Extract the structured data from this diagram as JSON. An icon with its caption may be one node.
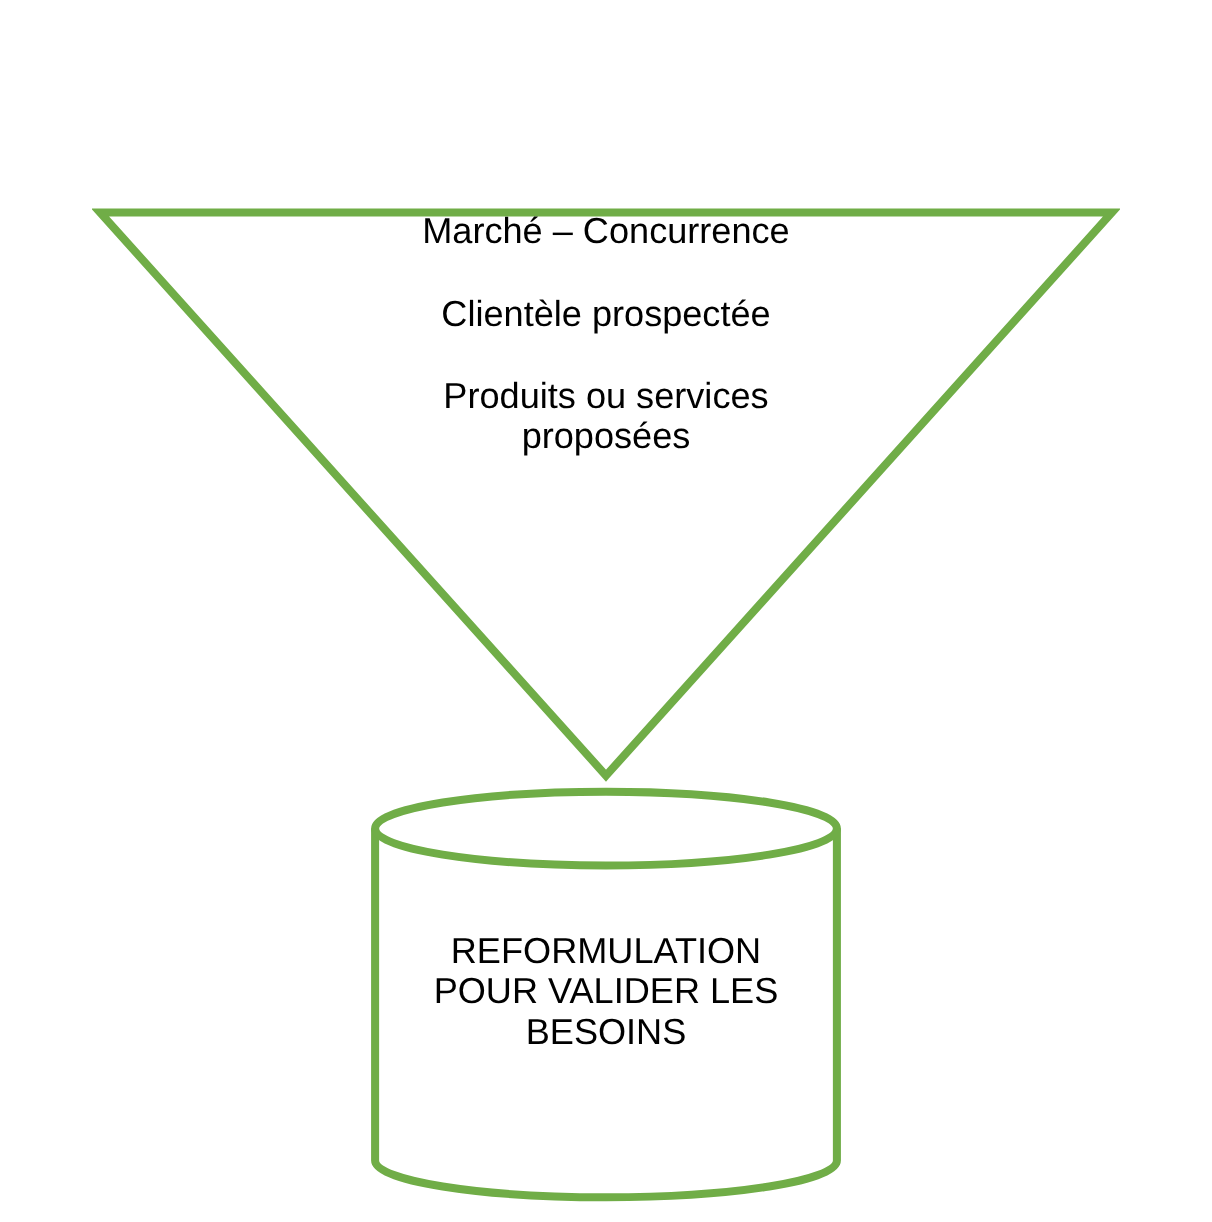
{
  "diagram": {
    "nodes": [
      {
        "text": [
          "Marché – Concurrence",
          "Clientèle prospectée",
          "Produits ou services proposées"
        ]
      },
      {
        "text": [
          "REFORMULATION POUR VALIDER LES BESOINS"
        ]
      }
    ],
    "edges": []
  }
}
